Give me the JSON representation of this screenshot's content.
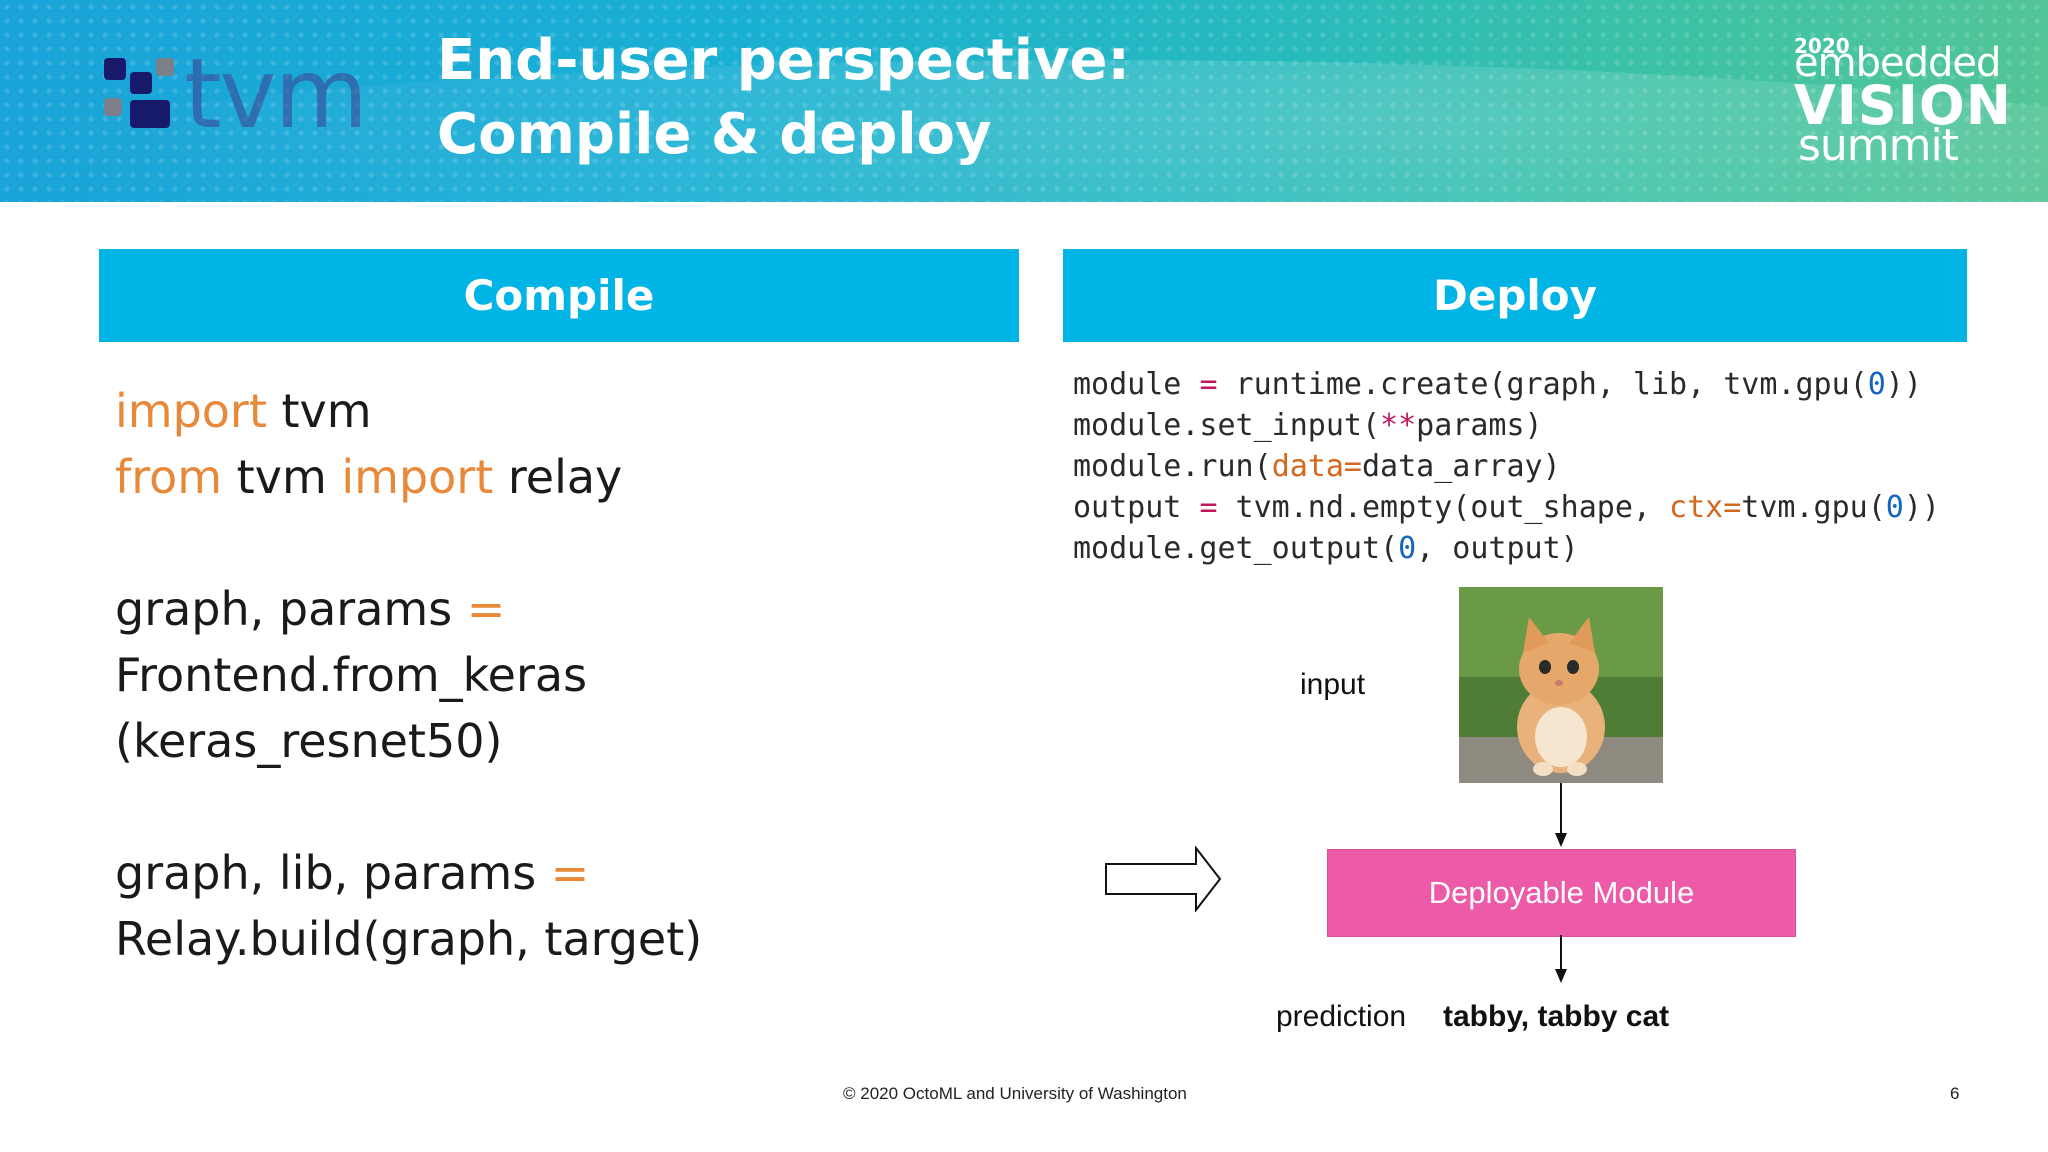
{
  "header": {
    "title_line1": "End-user perspective:",
    "title_line2": "Compile & deploy",
    "logo_text": "tvm",
    "summit": {
      "year": "2020",
      "word1": "embedded",
      "word2": "VISION",
      "word3": "summit"
    }
  },
  "compile": {
    "heading": "Compile",
    "line1": {
      "kw": "import",
      "rest": " tvm"
    },
    "line2": {
      "kw1": "from",
      "mid": " tvm ",
      "kw2": "import",
      "rest": " relay"
    },
    "line3": {
      "text": "graph, params ",
      "op": "="
    },
    "line4": "Frontend.from_keras",
    "line5": "(keras_resnet50)",
    "line6": {
      "text": "graph, lib, params ",
      "op": "="
    },
    "line7": "Relay.build(graph, target)"
  },
  "deploy": {
    "heading": "Deploy",
    "code": {
      "l1a": "module ",
      "l1op": "=",
      "l1b": " runtime.create(graph, lib, tvm.gpu(",
      "l1n": "0",
      "l1c": "))",
      "l2a": "module.set_input(",
      "l2op": "**",
      "l2b": "params)",
      "l3a": "module.run(",
      "l3arg": "data=",
      "l3b": "data_array)",
      "l4a": "output ",
      "l4op": "=",
      "l4b": " tvm.nd.empty(out_shape, ",
      "l4arg": "ctx=",
      "l4c": "tvm.gpu(",
      "l4n": "0",
      "l4d": "))",
      "l5a": "module.get_output(",
      "l5n": "0",
      "l5b": ", output)"
    },
    "diagram": {
      "input_label": "input",
      "module_label": "Deployable Module",
      "prediction_label": "prediction",
      "prediction_value": "tabby, tabby cat"
    }
  },
  "footer": {
    "copyright": "© 2020 OctoML and University of Washington",
    "page_number": "6"
  },
  "colors": {
    "panel_header": "#00b4e6",
    "keyword": "#e8893a",
    "module_box": "#ec5aa8"
  }
}
